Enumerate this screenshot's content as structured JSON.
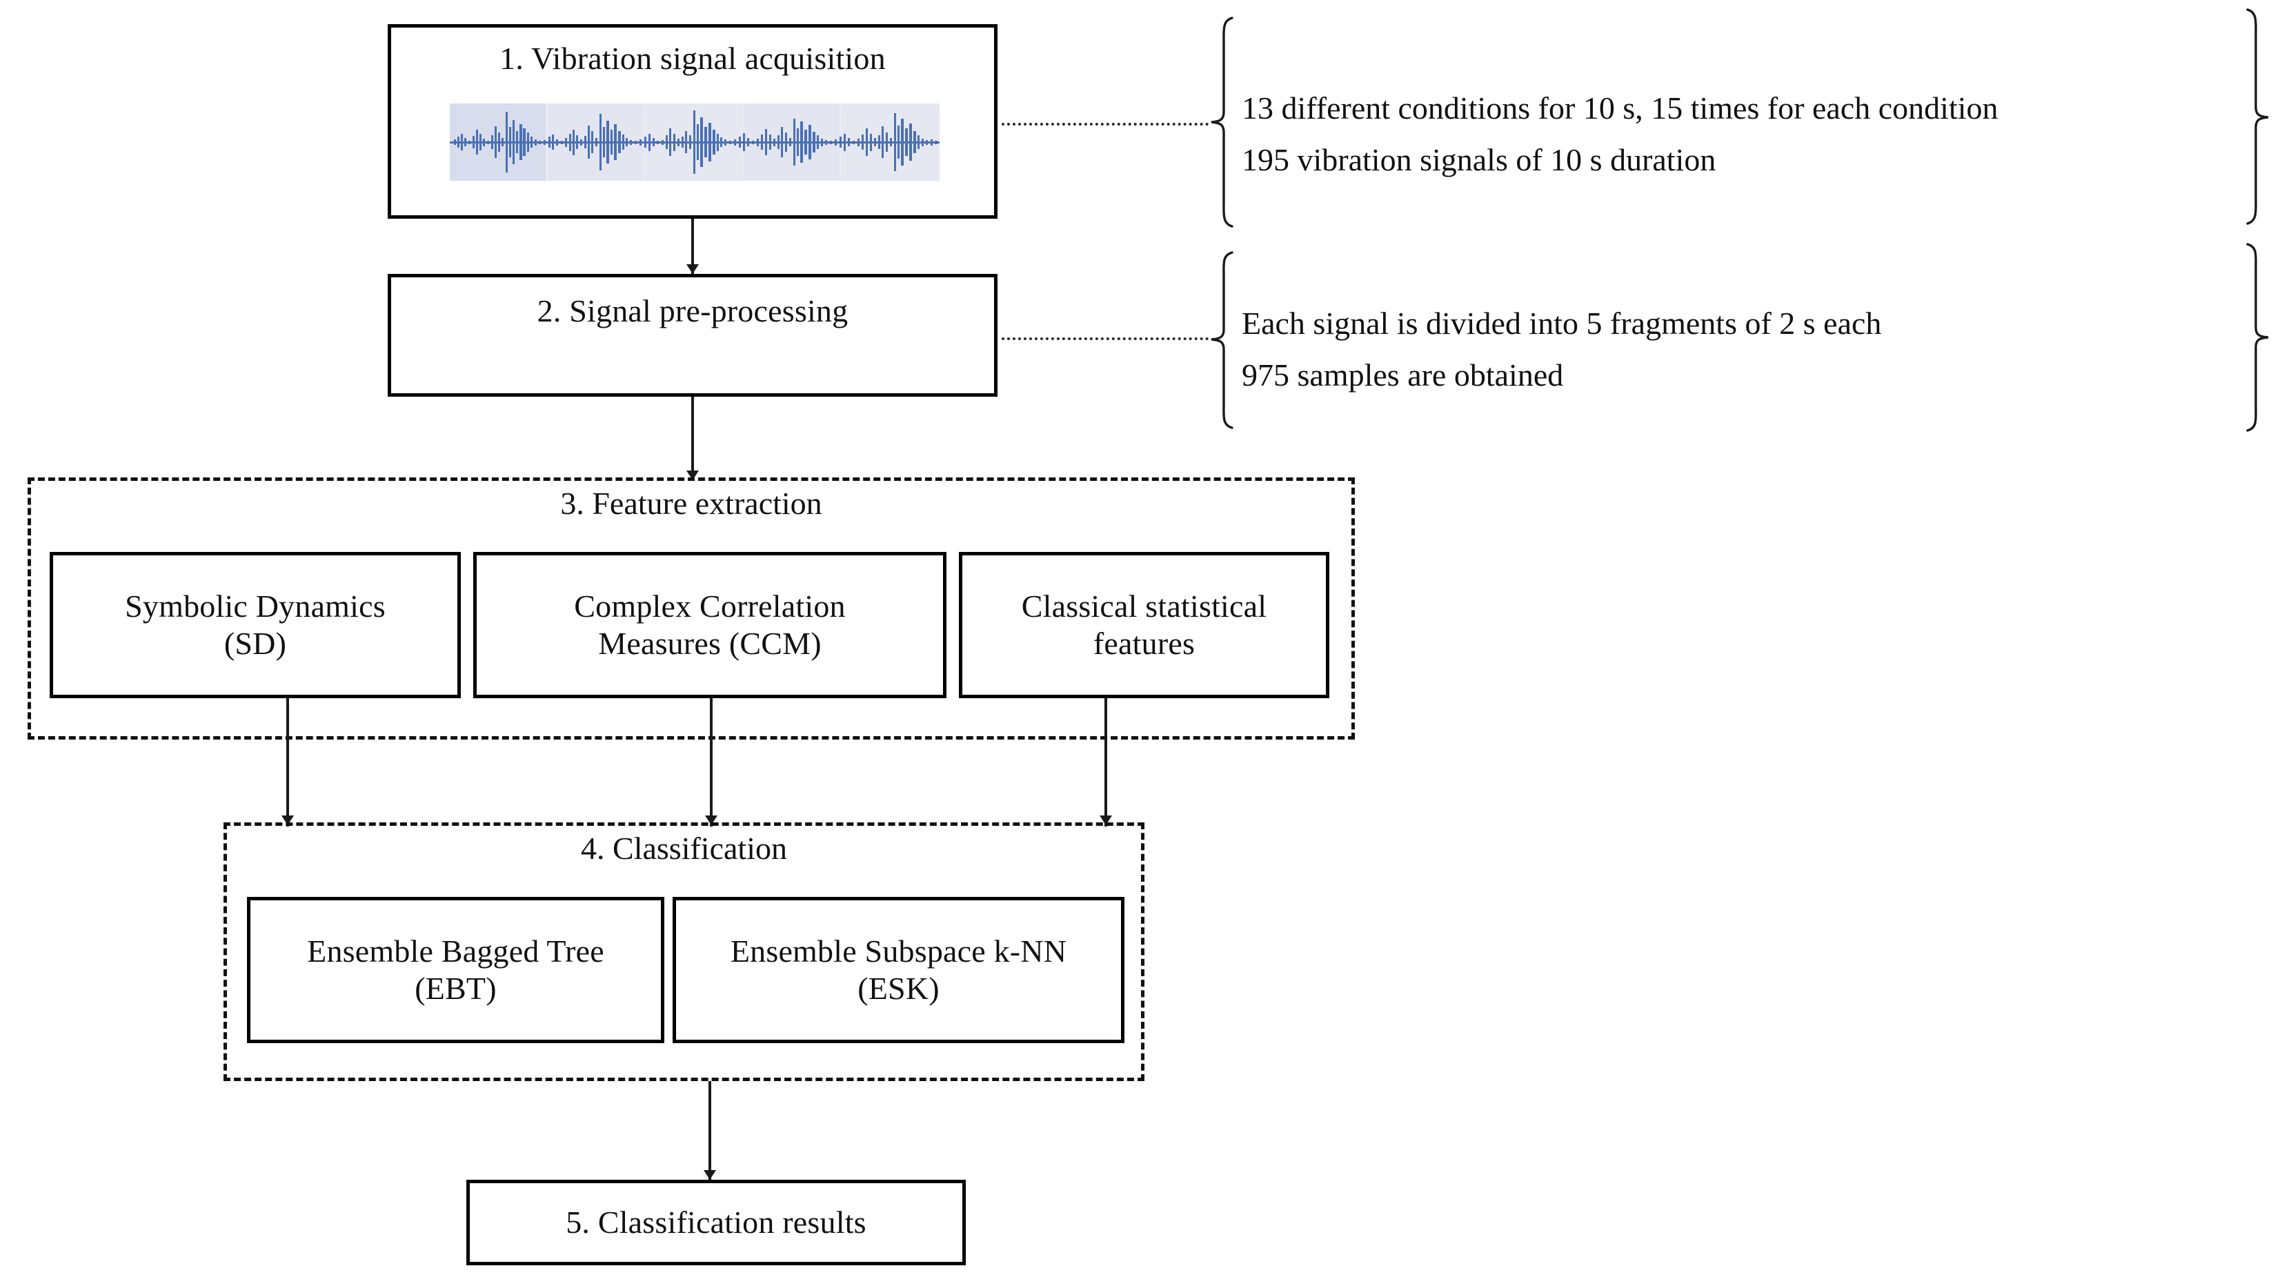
{
  "figure": {
    "type": "flowchart",
    "title": "Vibration signal fault diagnosis methodology flowchart",
    "background_color": "#ffffff",
    "line_color": "#1a1a1a",
    "waveform_colors": {
      "plot_background": "#e9ebf3",
      "trace": "#4a6fb5",
      "trace_light": "#9fb2d8"
    }
  },
  "steps": {
    "step1": {
      "label": "1. Vibration signal acquisition",
      "thumbnail_name": "vibration-signal-waveform"
    },
    "step2": {
      "label": "2. Signal pre-processing"
    },
    "step3": {
      "label": "3. Feature extraction",
      "items": [
        {
          "label": "Symbolic Dynamics\n(SD)",
          "abbr": "SD"
        },
        {
          "label": "Complex Correlation\nMeasures (CCM)",
          "abbr": "CCM"
        },
        {
          "label": "Classical statistical\nfeatures",
          "abbr": ""
        }
      ]
    },
    "step4": {
      "label": "4. Classification",
      "items": [
        {
          "label": "Ensemble Bagged Tree\n(EBT)",
          "abbr": "EBT"
        },
        {
          "label": "Ensemble Subspace k-NN\n(ESK)",
          "abbr": "ESK"
        }
      ]
    },
    "step5": {
      "label": "5. Classification results"
    }
  },
  "annotations": {
    "note1": {
      "line1": "13 different conditions for 10 s, 15 times for each condition",
      "line2": "195 vibration signals of 10 s duration",
      "text": "13 different conditions for 10 s, 15 times for each condition\n195 vibration signals of 10 s duration"
    },
    "note2": {
      "line1": "Each signal is divided into 5 fragments of 2 s each",
      "line2": "975 samples are obtained",
      "text": "Each signal is divided into 5 fragments of 2 s each\n975 samples are obtained"
    }
  }
}
